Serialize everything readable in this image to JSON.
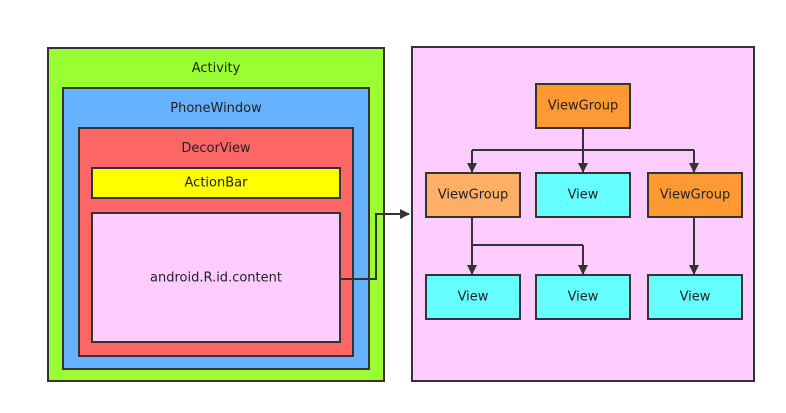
{
  "left_stack": {
    "activity": "Activity",
    "phone_window": "PhoneWindow",
    "decor_view": "DecorView",
    "action_bar": "ActionBar",
    "content": "android.R.id.content"
  },
  "tree": {
    "root": "ViewGroup",
    "level1": [
      "ViewGroup",
      "View",
      "ViewGroup"
    ],
    "level2": [
      "View",
      "View",
      "View"
    ]
  },
  "colors": {
    "activity": "#99ff33",
    "phone_window": "#66b2ff",
    "decor_view": "#ff6666",
    "action_bar": "#ffff00",
    "content": "#ffccff",
    "tree_panel": "#ffccff",
    "root_viewgroup": "#ff9933",
    "child_viewgroup_light": "#ffb066",
    "child_viewgroup": "#ff9933",
    "view": "#66ffff",
    "border": "#333333"
  }
}
